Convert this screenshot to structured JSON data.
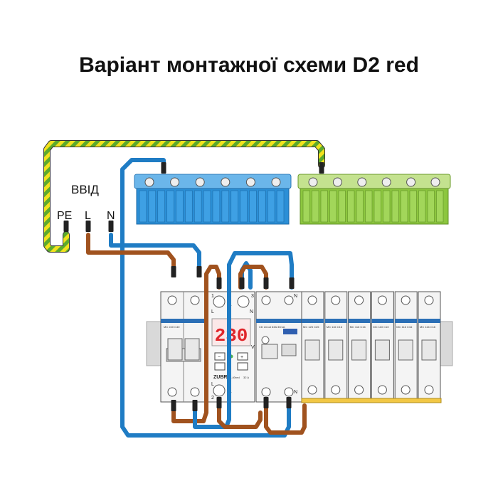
{
  "title": "Варіант монтажної схеми D2 red",
  "input_label": "ВВІД",
  "terminals": {
    "pe": "PE",
    "l": "L",
    "n": "N"
  },
  "relay": {
    "display": "230",
    "brand": "ZUBR",
    "model": "D2-40red",
    "rating": "32 A",
    "pin1": "1",
    "pin3": "3",
    "pin2": "2",
    "l_top": "L",
    "n_top": "N",
    "l_bottom": "L",
    "v_label": "V"
  },
  "rcd": {
    "label": "CD 2mod 63A 30mA",
    "n_top": "N",
    "n_bottom": "N"
  },
  "main_breaker": {
    "label": "MC 240 C40"
  },
  "breakers": [
    {
      "label": "MC 125 C25"
    },
    {
      "label": "MC 116 C16"
    },
    {
      "label": "MC 116 C16"
    },
    {
      "label": "MC 110 C10"
    },
    {
      "label": "MC 116 C16"
    },
    {
      "label": "MC 116 C16"
    }
  ],
  "colors": {
    "earth_green": "#5caa2c",
    "earth_yellow": "#f2e21d",
    "phase_brown": "#a0521e",
    "neutral_blue": "#1f7cc4",
    "neutral_bus": "#2b8fd6",
    "earth_bus": "#8cc63f",
    "display_red": "#e0262b"
  }
}
